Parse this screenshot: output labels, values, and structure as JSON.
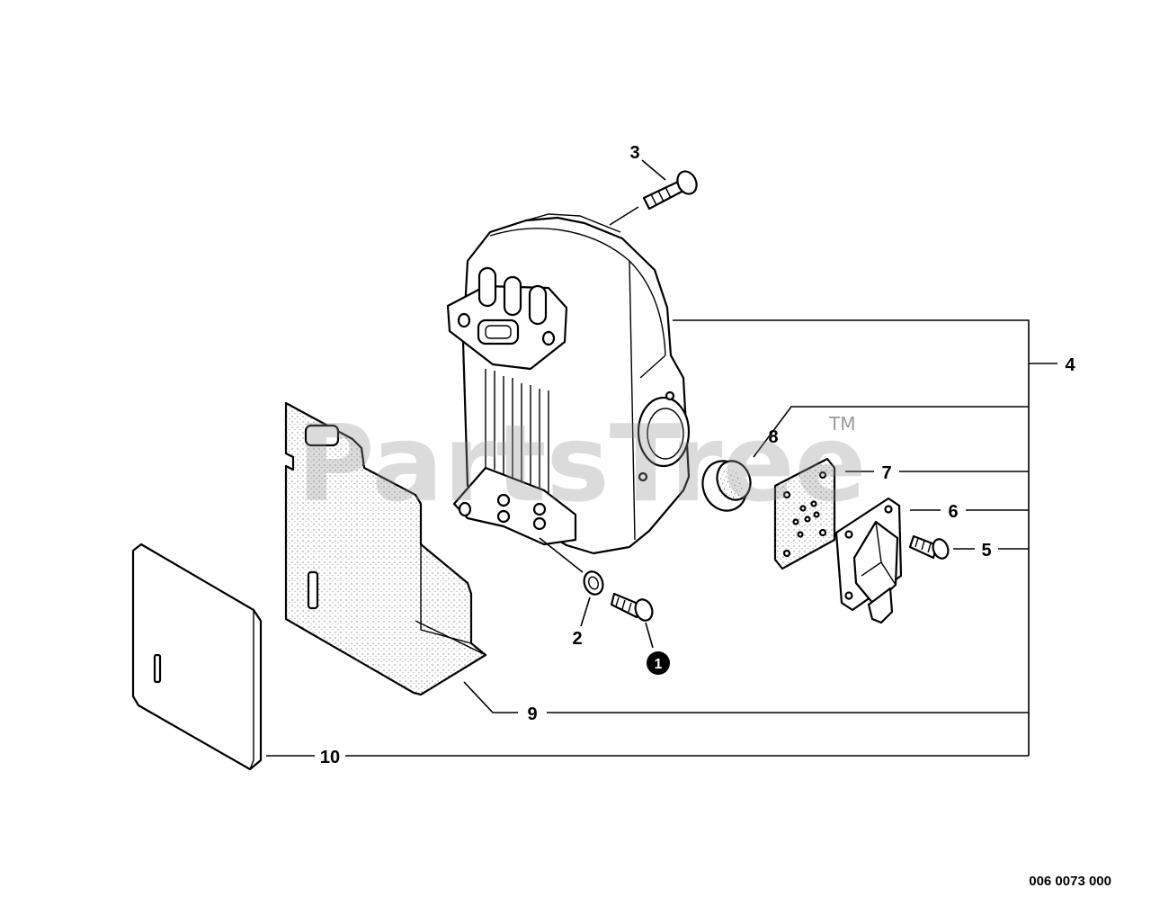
{
  "watermark": {
    "text": "PartsTree",
    "trademark": "TM"
  },
  "drawing_code": "006 0073 000",
  "callouts": {
    "c1": "1",
    "c2": "2",
    "c3": "3",
    "c4": "4",
    "c5": "5",
    "c6": "6",
    "c7": "7",
    "c8": "8",
    "c9": "9",
    "c10": "10"
  },
  "colors": {
    "line": "#000000",
    "watermark": "#8f8f8f",
    "background": "#ffffff"
  }
}
